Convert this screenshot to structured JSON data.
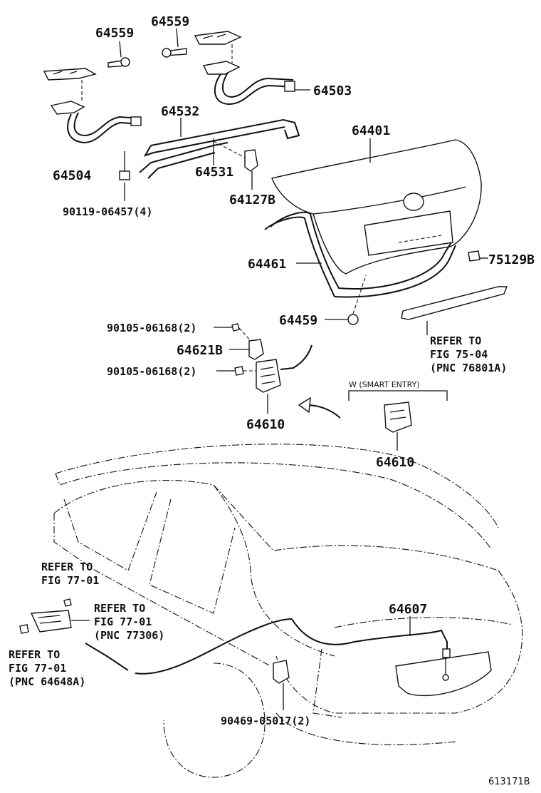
{
  "diagram": {
    "part_numbers": {
      "p64559_left": "64559",
      "p64559_right": "64559",
      "p64503": "64503",
      "p64532": "64532",
      "p64401": "64401",
      "p64504": "64504",
      "p64531": "64531",
      "p64127b": "64127B",
      "p90119": "90119-06457(4)",
      "p64461": "64461",
      "p75129b": "75129B",
      "p64459": "64459",
      "p90105_top": "90105-06168(2)",
      "p64621b": "64621B",
      "p90105_bot": "90105-06168(2)",
      "p64610": "64610",
      "p64610_smart": "64610",
      "p64607": "64607",
      "p90469": "90469-05017(2)"
    },
    "smart_entry_label": "W (SMART ENTRY)",
    "refer_75": [
      "REFER TO",
      "FIG 75-04",
      "(PNC 76801A)"
    ],
    "refer_77_a": [
      "REFER TO",
      "FIG 77-01"
    ],
    "refer_77_b": [
      "REFER TO",
      "FIG 77-01",
      "(PNC 77306)"
    ],
    "refer_77_c": [
      "REFER TO",
      "FIG 77-01",
      "(PNC 64648A)"
    ],
    "figure_id": "613171B"
  }
}
